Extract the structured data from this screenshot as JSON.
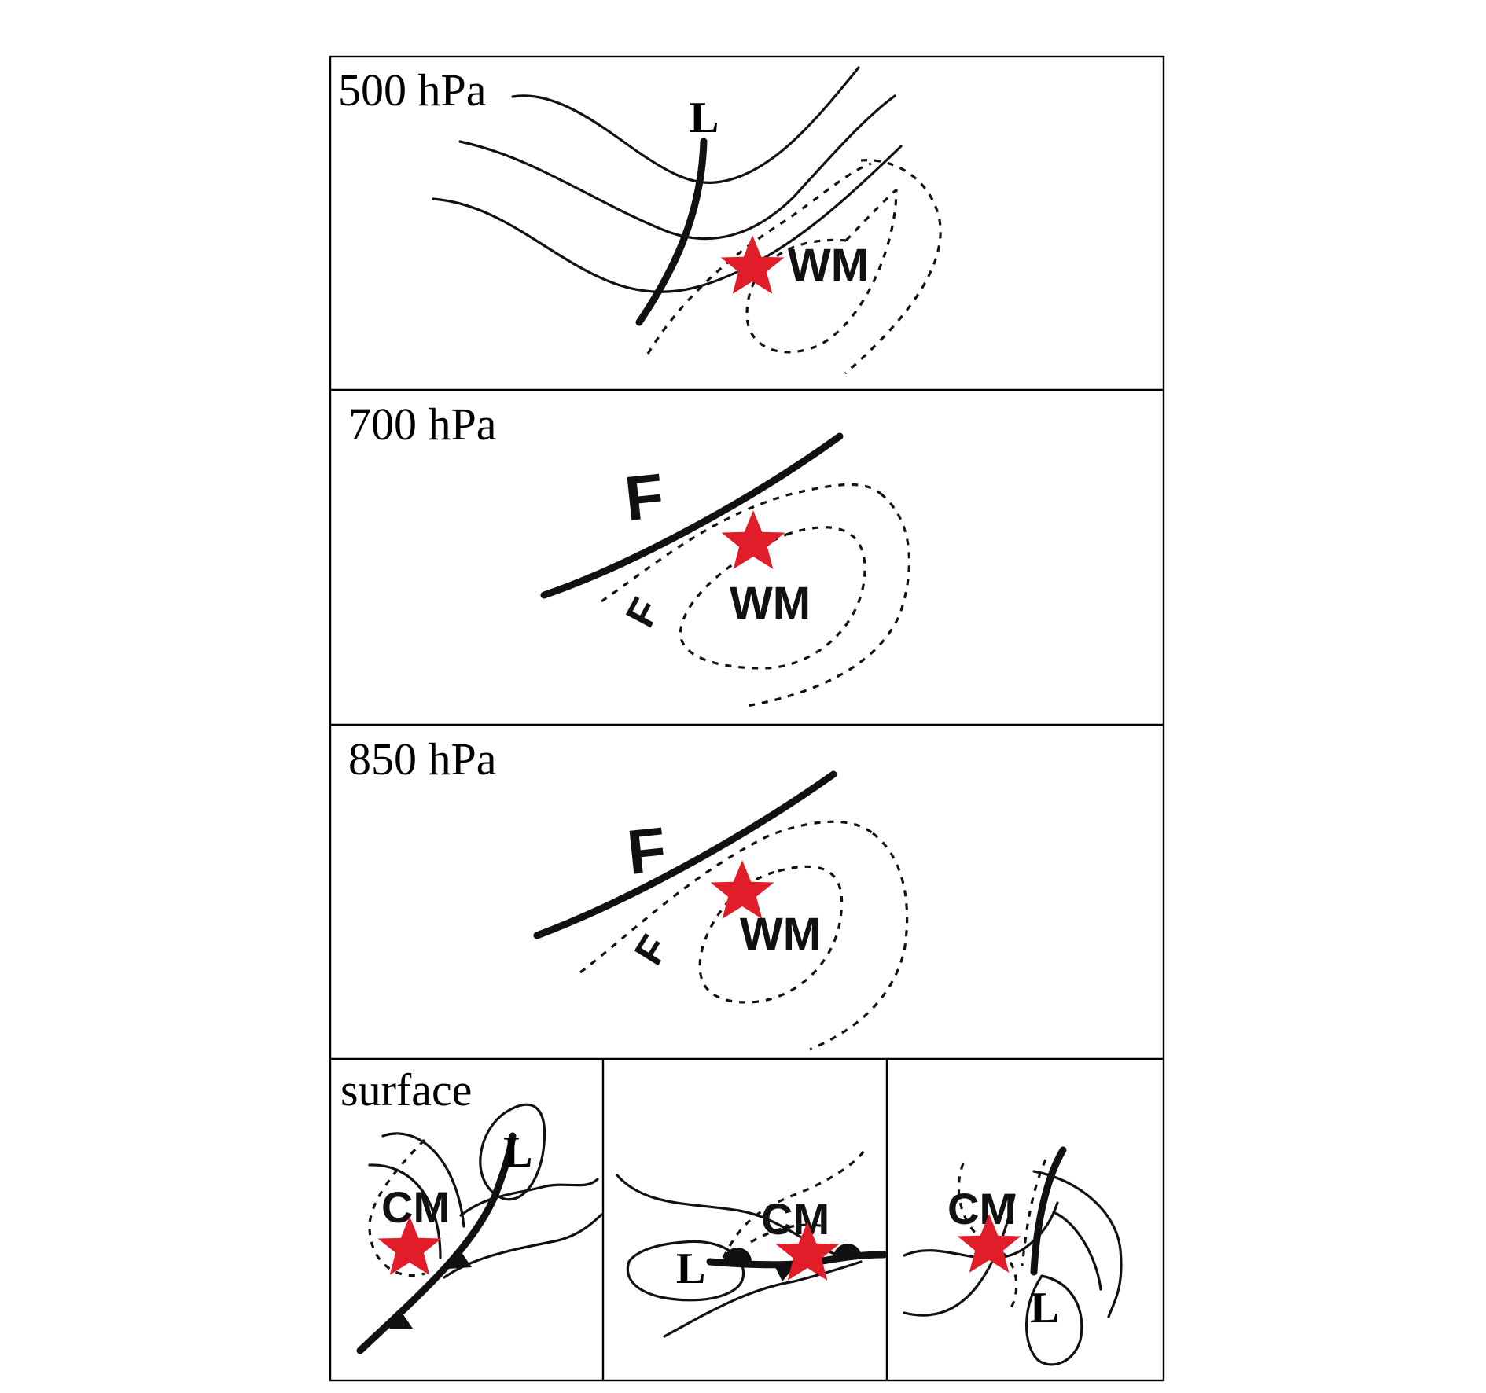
{
  "panels": {
    "p500": {
      "label": "500 hPa",
      "trough_label": "L",
      "feature_label": "WM"
    },
    "p700": {
      "label": "700 hPa",
      "front_letter": "F",
      "front_letter_2": "F",
      "feature_label": "WM"
    },
    "p850": {
      "label": "850 hPa",
      "front_letter": "F",
      "front_letter_2": "F",
      "feature_label": "WM"
    },
    "surface": {
      "label": "surface",
      "sub1": {
        "low_label": "L",
        "feature_label": "CM"
      },
      "sub2": {
        "low_label": "L",
        "feature_label": "CM"
      },
      "sub3": {
        "low_label": "L",
        "feature_label": "CM"
      }
    }
  },
  "colors": {
    "star": "#e11d2a",
    "lines": "#111111"
  }
}
